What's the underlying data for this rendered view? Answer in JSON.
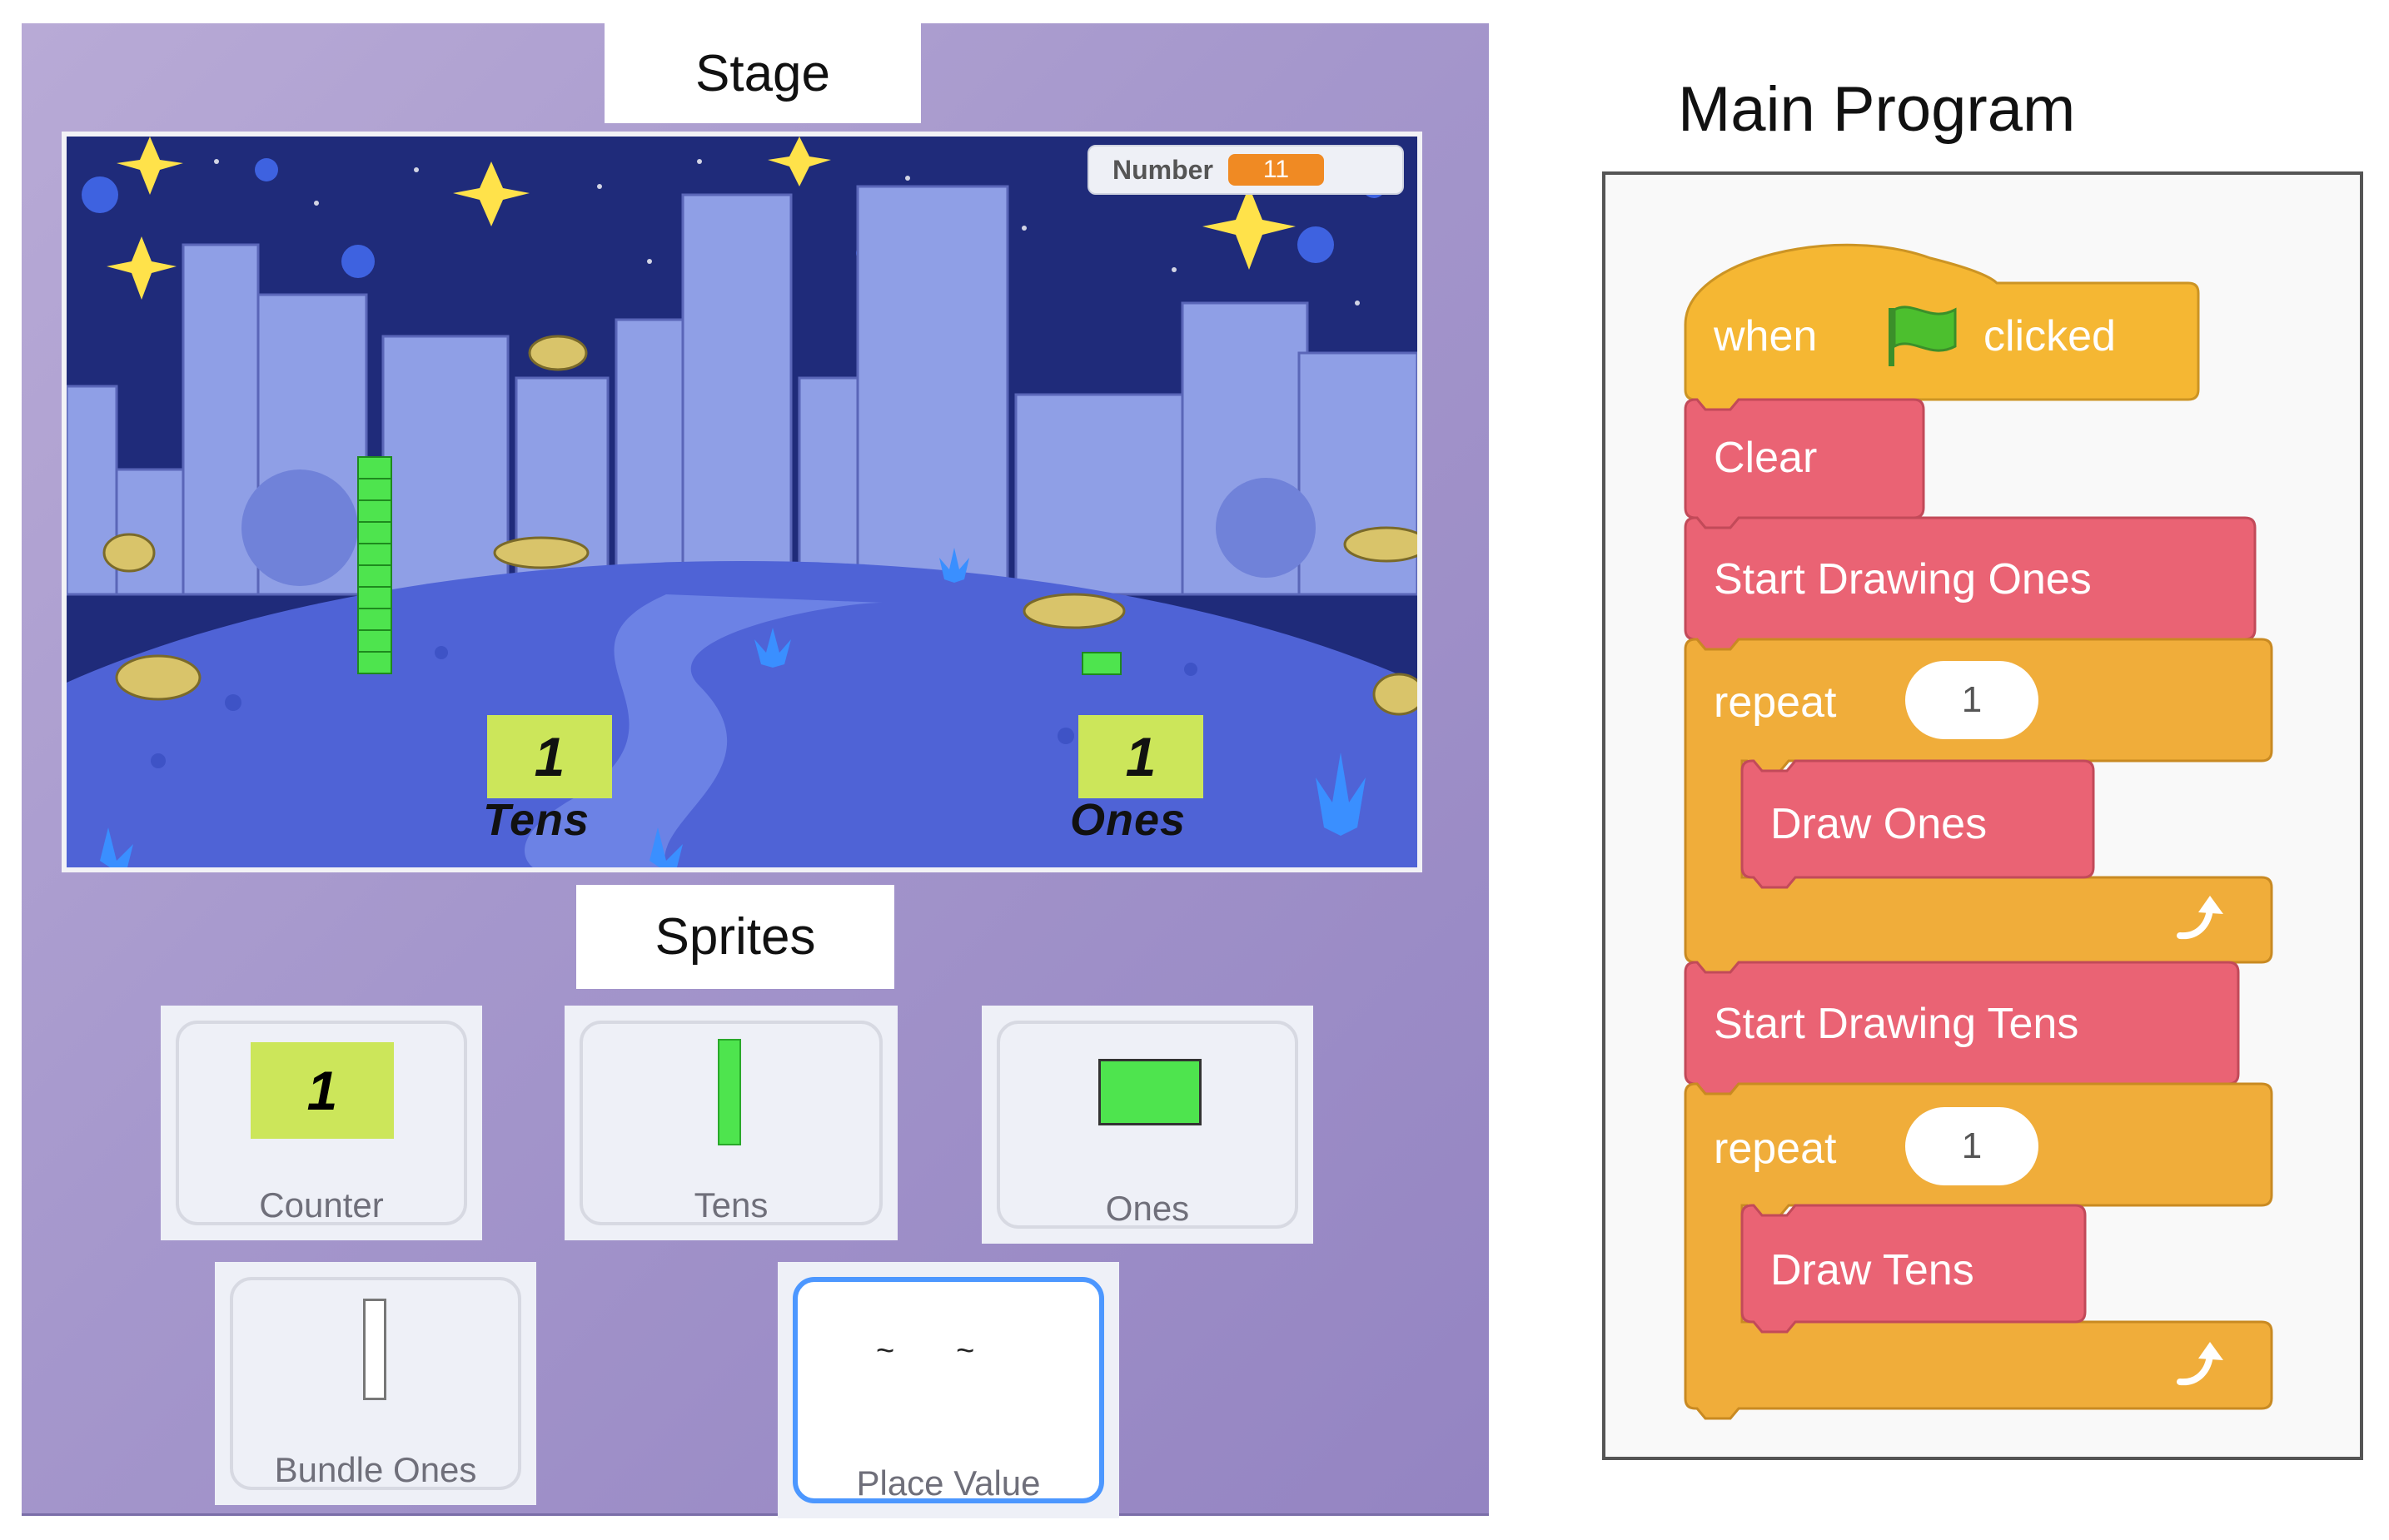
{
  "labels": {
    "stage": "Stage",
    "sprites": "Sprites",
    "main_program": "Main Program"
  },
  "stage": {
    "monitor": {
      "label": "Number",
      "value": "11"
    },
    "tens_digit": "1",
    "tens_caption": "Tens",
    "ones_digit": "1",
    "ones_caption": "Ones"
  },
  "sprites": [
    {
      "name": "Counter",
      "digit": "1"
    },
    {
      "name": "Tens"
    },
    {
      "name": "Ones"
    },
    {
      "name": "Bundle Ones"
    },
    {
      "name": "Place Value",
      "selected": true
    }
  ],
  "script": {
    "hat": {
      "when": "when",
      "clicked": "clicked",
      "icon": "green-flag-icon"
    },
    "clear": "Clear",
    "start_ones": "Start Drawing Ones",
    "repeat1": {
      "label": "repeat",
      "count": "1"
    },
    "draw_ones": "Draw Ones",
    "start_tens": "Start Drawing Tens",
    "repeat2": {
      "label": "repeat",
      "count": "1"
    },
    "draw_tens": "Draw Tens"
  },
  "colors": {
    "events": "#f5b733",
    "control": "#f0ad3a",
    "custom": "#ea6374",
    "monitor": "#f08a23",
    "counter": "#cce65a",
    "block_green": "#4ee44e"
  }
}
